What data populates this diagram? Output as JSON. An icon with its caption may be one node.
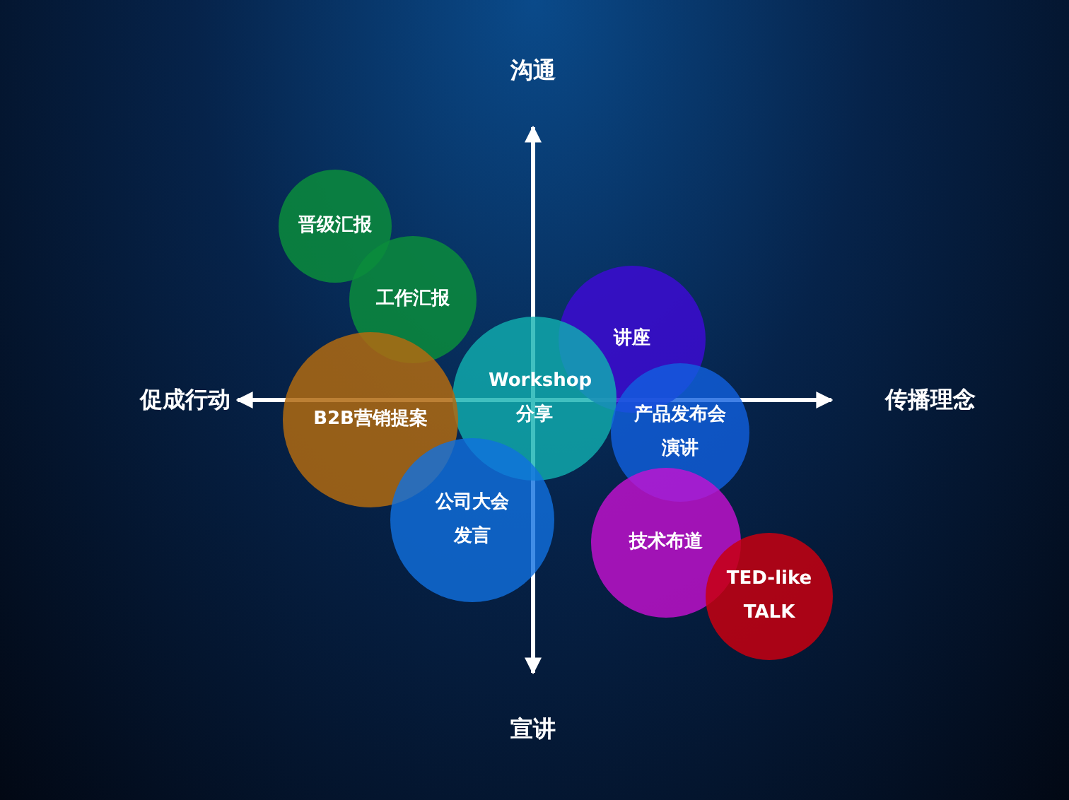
{
  "diagram": {
    "nodes": [
      {
        "text": [
          "晋级汇报"
        ]
      },
      {
        "text": [
          "工作汇报"
        ]
      },
      {
        "text": [
          "讲座"
        ]
      },
      {
        "text": [
          "Workshop 分享"
        ]
      },
      {
        "text": [
          "B2B营销提案"
        ]
      },
      {
        "text": [
          "产品发布会演讲"
        ]
      },
      {
        "text": [
          "公司大会发言"
        ]
      },
      {
        "text": [
          "技术布道"
        ]
      },
      {
        "text": [
          "TED-like TALK"
        ]
      }
    ],
    "labels": [
      "沟通",
      "促成行动",
      "传播理念",
      "宣讲"
    ]
  }
}
